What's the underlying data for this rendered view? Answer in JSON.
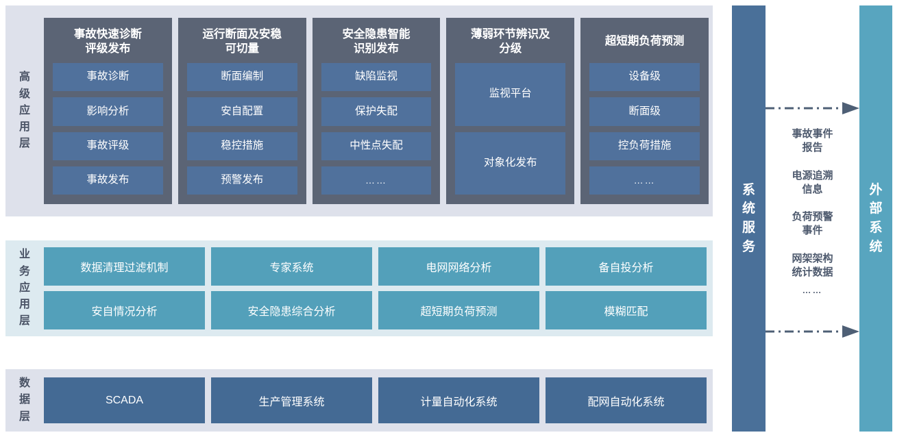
{
  "layers": [
    {
      "id": "advanced",
      "title_chars": [
        "高",
        "级",
        "应",
        "用",
        "层"
      ],
      "title_text": "高级应用层",
      "panel_bg": "#dee1eb",
      "card_bg": "#5b6475",
      "item_bg": "#50719c",
      "columns": [
        {
          "title": "事故快速诊断\n评级发布",
          "title_line1": "事故快速诊断",
          "title_line2": "评级发布",
          "items": [
            "事故诊断",
            "影响分析",
            "事故评级",
            "事故发布"
          ]
        },
        {
          "title": "运行断面及安稳\n可切量",
          "title_line1": "运行断面及安稳",
          "title_line2": "可切量",
          "items": [
            "断面编制",
            "安自配置",
            "稳控措施",
            "预警发布"
          ]
        },
        {
          "title": "安全隐患智能\n识别发布",
          "title_line1": "安全隐患智能",
          "title_line2": "识别发布",
          "items": [
            "缺陷监视",
            "保护失配",
            "中性点失配",
            "……"
          ]
        },
        {
          "title": "薄弱环节辨识及\n分级",
          "title_line1": "薄弱环节辨识及",
          "title_line2": "分级",
          "items": [
            "监视平台",
            "对象化发布"
          ]
        },
        {
          "title": "超短期负荷预测",
          "title_line1": "超短期负荷预测",
          "title_line2": "",
          "items": [
            "设备级",
            "断面级",
            "控负荷措施",
            "……"
          ]
        }
      ]
    },
    {
      "id": "business",
      "title_chars": [
        "业",
        "务",
        "应",
        "用",
        "层"
      ],
      "title_text": "业务应用层",
      "panel_bg": "#ddeaf0",
      "item_bg": "#53a0ba",
      "items": [
        "数据清理过滤机制",
        "专家系统",
        "电网网络分析",
        "备自投分析",
        "安自情况分析",
        "安全隐患综合分析",
        "超短期负荷预测",
        "模糊匹配"
      ]
    },
    {
      "id": "data",
      "title_chars": [
        "数",
        "据",
        "层"
      ],
      "title_text": "数据层",
      "panel_bg": "#dee1eb",
      "item_bg": "#446a94",
      "items": [
        "SCADA",
        "生产管理系统",
        "计量自动化系统",
        "配网自动化系统"
      ]
    }
  ],
  "service_bar": {
    "title_chars": [
      "系",
      "统",
      "服",
      "务"
    ],
    "title_text": "系统服务",
    "color": "#4a7099"
  },
  "external_bar": {
    "title_chars": [
      "外",
      "部",
      "系",
      "统"
    ],
    "title_text": "外部系统",
    "color": "#58a5bf"
  },
  "exchange": {
    "arrow_color": "#4e5f75",
    "labels": [
      {
        "line1": "事故事件",
        "line2": "报告"
      },
      {
        "line1": "电源追溯",
        "line2": "信息"
      },
      {
        "line1": "负荷预警",
        "line2": "事件"
      },
      {
        "line1": "网架架构",
        "line2": "统计数据"
      }
    ],
    "ellipsis": "……"
  }
}
